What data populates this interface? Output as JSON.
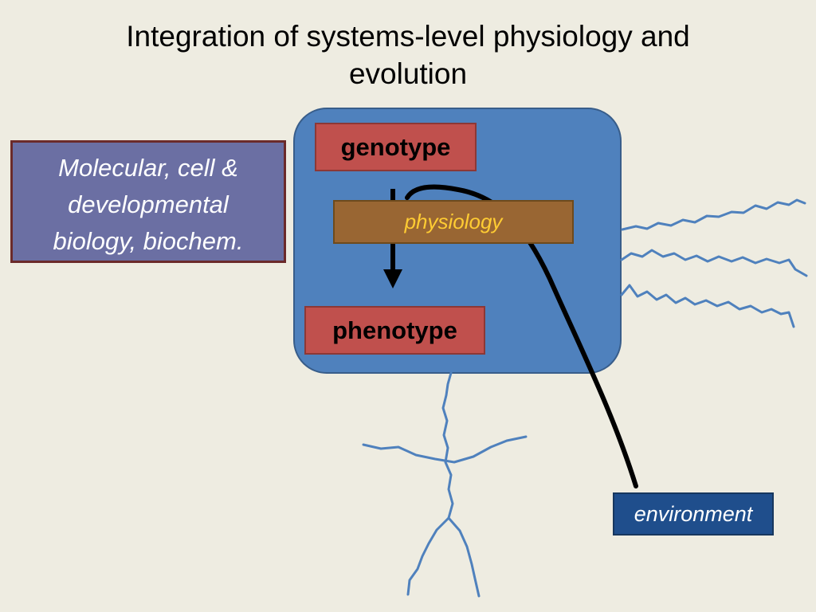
{
  "title": {
    "line1": "Integration of systems-level physiology and",
    "line2": "evolution"
  },
  "left_box": {
    "line1": "Molecular, cell &",
    "line2": "developmental",
    "line3": "biology, biochem."
  },
  "nodes": {
    "genotype": "genotype",
    "physiology": "physiology",
    "phenotype": "phenotype",
    "environment": "environment"
  },
  "colors": {
    "background": "#eeece1",
    "organism_box": "#4f81bd",
    "red_boxes": "#c0504d",
    "physiology_box": "#996633",
    "physiology_text": "#ffcc33",
    "left_box": "#6b6fa3",
    "environment_box": "#1f4e8c",
    "squiggle_lines": "#4f81bd"
  }
}
